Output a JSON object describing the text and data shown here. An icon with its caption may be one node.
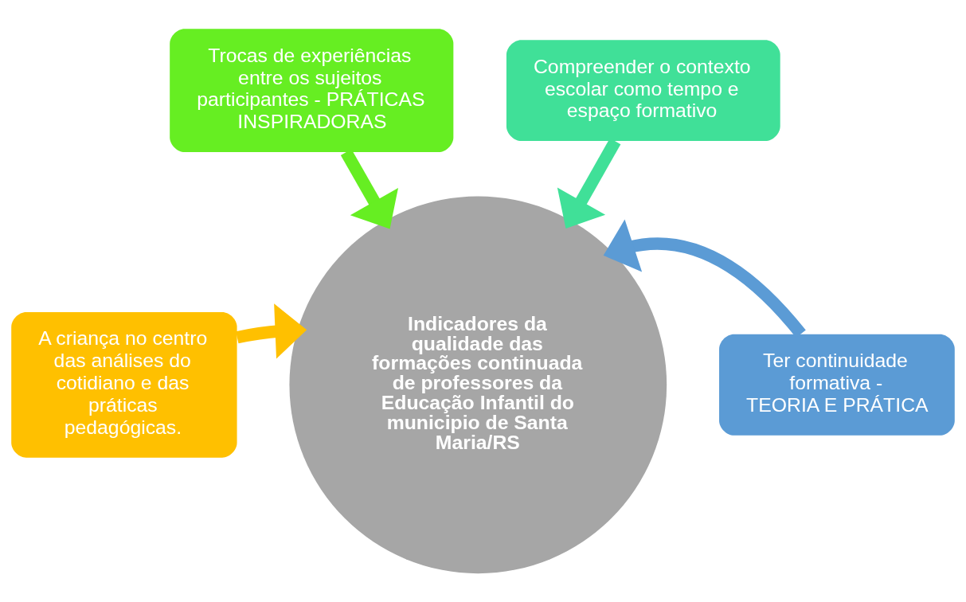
{
  "diagram": {
    "nodes": [
      {
        "text": [
          "Trocas de experiências entre os sujeitos participantes - PRÁTICAS INSPIRADORAS"
        ]
      },
      {
        "text": [
          "Compreender o contexto escolar como tempo e espaço formativo"
        ]
      },
      {
        "text": [
          "A criança no centro das análises do cotidiano e das práticas pedagógicas."
        ]
      },
      {
        "text": [
          "Ter continuidade formativa -",
          "TEORIA E PRÁTICA"
        ]
      },
      {
        "text": [
          "Indicadores da qualidade das formações continuada de professores da Educação Infantil do municipio de Santa Maria/RS"
        ]
      }
    ],
    "edges": [
      {
        "from": 0,
        "to": 4,
        "arrow": "to",
        "color": "#66ee22"
      },
      {
        "from": 1,
        "to": 4,
        "arrow": "to",
        "color": "#40e098"
      },
      {
        "from": 2,
        "to": 4,
        "arrow": "to",
        "color": "#ffc000"
      },
      {
        "from": 3,
        "to": 4,
        "arrow": "to",
        "color": "#5b9bd5"
      }
    ]
  }
}
